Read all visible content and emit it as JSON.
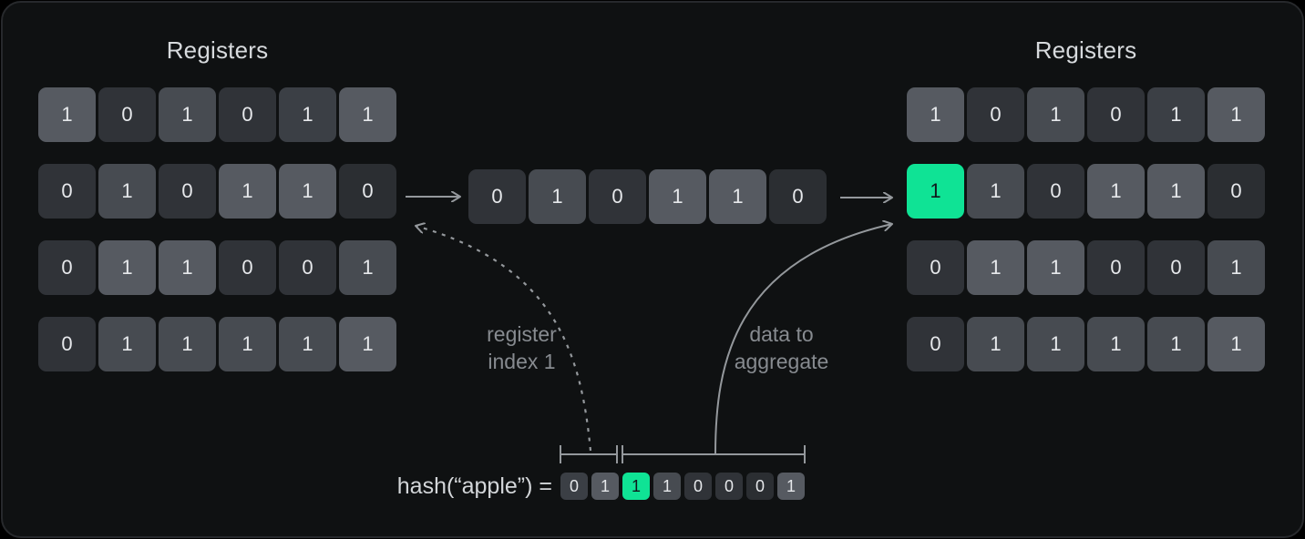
{
  "panel": {
    "background": "#0f1112",
    "border_color": "#27292c"
  },
  "colors": {
    "accent_green": "#0fe395",
    "arrow_gray": "#94989c",
    "label_gray": "#878b90",
    "title_gray": "#d7dadd"
  },
  "titles": {
    "left": "Registers",
    "right": "Registers"
  },
  "left": [
    [
      {
        "v": "1",
        "t": "l"
      },
      {
        "v": "0",
        "t": "d"
      },
      {
        "v": "1",
        "t": "m"
      },
      {
        "v": "0",
        "t": "d"
      },
      {
        "v": "1",
        "t": "md"
      },
      {
        "v": "1",
        "t": "l"
      }
    ],
    [
      {
        "v": "0",
        "t": "d"
      },
      {
        "v": "1",
        "t": "m"
      },
      {
        "v": "0",
        "t": "d"
      },
      {
        "v": "1",
        "t": "l"
      },
      {
        "v": "1",
        "t": "l"
      },
      {
        "v": "0",
        "t": "dd"
      }
    ],
    [
      {
        "v": "0",
        "t": "d"
      },
      {
        "v": "1",
        "t": "l"
      },
      {
        "v": "1",
        "t": "l"
      },
      {
        "v": "0",
        "t": "d"
      },
      {
        "v": "0",
        "t": "d"
      },
      {
        "v": "1",
        "t": "m"
      }
    ],
    [
      {
        "v": "0",
        "t": "d"
      },
      {
        "v": "1",
        "t": "m"
      },
      {
        "v": "1",
        "t": "m"
      },
      {
        "v": "1",
        "t": "m"
      },
      {
        "v": "1",
        "t": "m"
      },
      {
        "v": "1",
        "t": "l"
      }
    ]
  ],
  "mid": [
    {
      "v": "0",
      "t": "d"
    },
    {
      "v": "1",
      "t": "m"
    },
    {
      "v": "0",
      "t": "d"
    },
    {
      "v": "1",
      "t": "l"
    },
    {
      "v": "1",
      "t": "l"
    },
    {
      "v": "0",
      "t": "dd"
    }
  ],
  "right": [
    [
      {
        "v": "1",
        "t": "l"
      },
      {
        "v": "0",
        "t": "d"
      },
      {
        "v": "1",
        "t": "m"
      },
      {
        "v": "0",
        "t": "d"
      },
      {
        "v": "1",
        "t": "md"
      },
      {
        "v": "1",
        "t": "l"
      }
    ],
    [
      {
        "v": "1",
        "t": "g"
      },
      {
        "v": "1",
        "t": "m"
      },
      {
        "v": "0",
        "t": "d"
      },
      {
        "v": "1",
        "t": "l"
      },
      {
        "v": "1",
        "t": "l"
      },
      {
        "v": "0",
        "t": "dd"
      }
    ],
    [
      {
        "v": "0",
        "t": "d"
      },
      {
        "v": "1",
        "t": "l"
      },
      {
        "v": "1",
        "t": "l"
      },
      {
        "v": "0",
        "t": "d"
      },
      {
        "v": "0",
        "t": "d"
      },
      {
        "v": "1",
        "t": "m"
      }
    ],
    [
      {
        "v": "0",
        "t": "d"
      },
      {
        "v": "1",
        "t": "m"
      },
      {
        "v": "1",
        "t": "m"
      },
      {
        "v": "1",
        "t": "m"
      },
      {
        "v": "1",
        "t": "m"
      },
      {
        "v": "1",
        "t": "l"
      }
    ]
  ],
  "labels": {
    "register_index_line1": "register",
    "register_index_line2": "index 1",
    "aggregate_line1": "data to",
    "aggregate_line2": "aggregate"
  },
  "hash": {
    "label": "hash(“apple”) ="
  },
  "hash_bits": [
    {
      "v": "0",
      "t": "md"
    },
    {
      "v": "1",
      "t": "l"
    },
    {
      "v": "1",
      "t": "g"
    },
    {
      "v": "1",
      "t": "m"
    },
    {
      "v": "0",
      "t": "d"
    },
    {
      "v": "0",
      "t": "d"
    },
    {
      "v": "0",
      "t": "dd"
    },
    {
      "v": "1",
      "t": "l"
    }
  ]
}
